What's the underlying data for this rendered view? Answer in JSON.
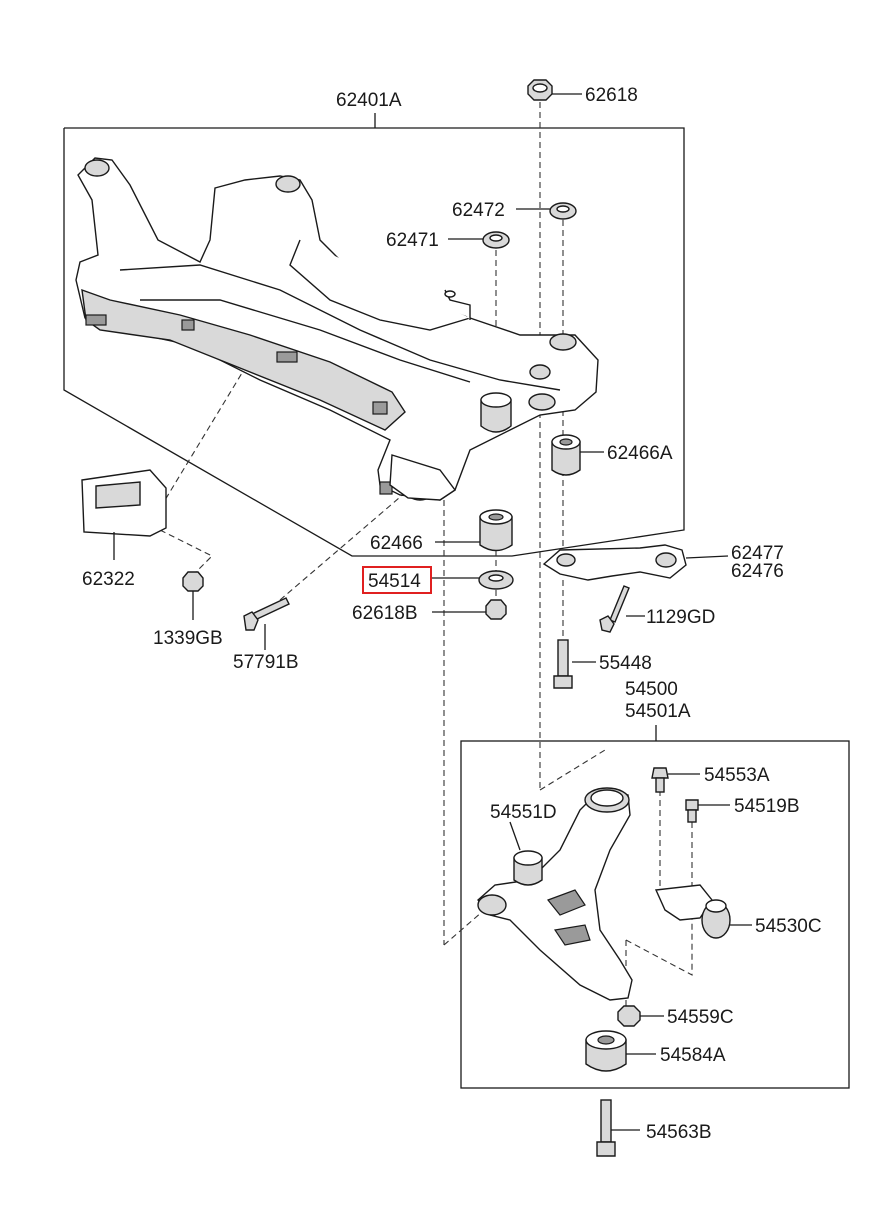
{
  "diagram": {
    "labels": {
      "p62401A": "62401A",
      "p62618": "62618",
      "p62472": "62472",
      "p62471": "62471",
      "p62466A": "62466A",
      "p62466": "62466",
      "p62322": "62322",
      "p54514": "54514",
      "p62618B": "62618B",
      "p1339GB": "1339GB",
      "p57791B": "57791B",
      "p62477": "62477",
      "p62476": "62476",
      "p1129GD": "1129GD",
      "p55448": "55448",
      "p54500": "54500",
      "p54501A": "54501A",
      "p54553A": "54553A",
      "p54551D": "54551D",
      "p54519B": "54519B",
      "p54530C": "54530C",
      "p54559C": "54559C",
      "p54584A": "54584A",
      "p54563B": "54563B"
    },
    "highlighted_part": "54514",
    "highlight_color": "#e02020"
  }
}
